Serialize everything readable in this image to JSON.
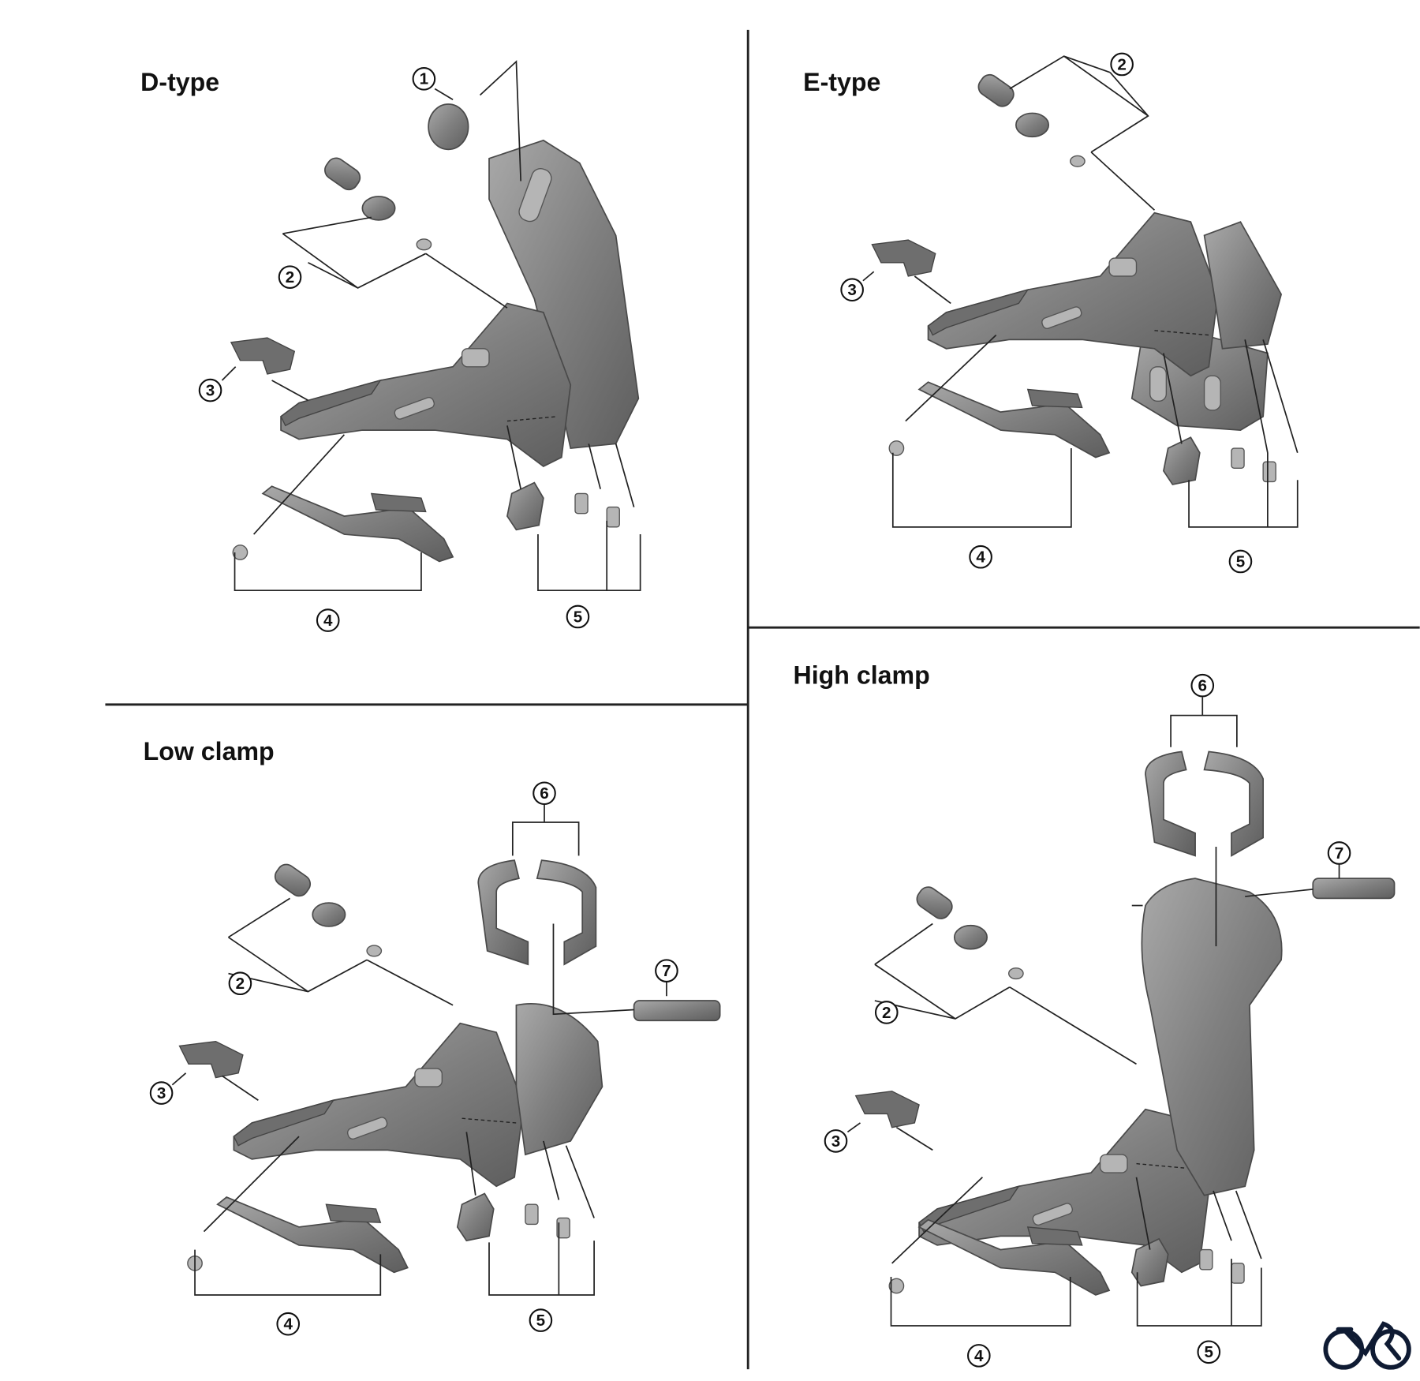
{
  "panels": {
    "d_type": {
      "title": "D-type",
      "callouts": [
        "1",
        "2",
        "3",
        "4",
        "5"
      ]
    },
    "e_type": {
      "title": "E-type",
      "callouts": [
        "2",
        "3",
        "4",
        "5"
      ]
    },
    "low_clamp": {
      "title": "Low clamp",
      "callouts": [
        "6",
        "2",
        "3",
        "7",
        "4",
        "5"
      ]
    },
    "high_clamp": {
      "title": "High clamp",
      "callouts": [
        "6",
        "7",
        "2",
        "3",
        "4",
        "5"
      ]
    }
  },
  "logo": {
    "icon": "bicycle-logo-icon",
    "color": "#0f1b33"
  }
}
